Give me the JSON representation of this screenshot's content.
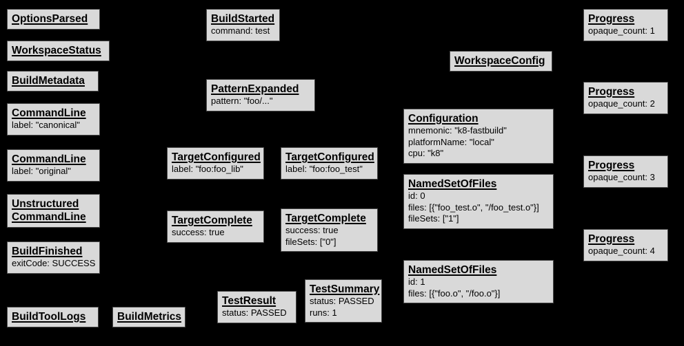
{
  "colors": {
    "background": "#000000",
    "box_fill": "#d9d9d9",
    "box_border": "#4a4a4a",
    "text": "#000000"
  },
  "boxes": {
    "options_parsed": {
      "title": "OptionsParsed"
    },
    "workspace_status": {
      "title": "WorkspaceStatus"
    },
    "build_metadata": {
      "title": "BuildMetadata"
    },
    "command_line_canonical": {
      "title": "CommandLine",
      "attrs": [
        "label: \"canonical\""
      ]
    },
    "command_line_original": {
      "title": "CommandLine",
      "attrs": [
        "label: \"original\""
      ]
    },
    "unstructured_command_line": {
      "title_line1": "Unstructured",
      "title_line2": "CommandLine"
    },
    "build_finished": {
      "title": "BuildFinished",
      "attrs": [
        "exitCode: SUCCESS"
      ]
    },
    "build_tool_logs": {
      "title": "BuildToolLogs"
    },
    "build_metrics": {
      "title": "BuildMetrics"
    },
    "build_started": {
      "title": "BuildStarted",
      "attrs": [
        "command: test"
      ]
    },
    "pattern_expanded": {
      "title": "PatternExpanded",
      "attrs": [
        "pattern: \"foo/...\""
      ]
    },
    "target_configured_lib": {
      "title": "TargetConfigured",
      "attrs": [
        "label: \"foo:foo_lib\""
      ]
    },
    "target_configured_test": {
      "title": "TargetConfigured",
      "attrs": [
        "label: \"foo:foo_test\""
      ]
    },
    "target_complete_lib": {
      "title": "TargetComplete",
      "attrs": [
        "success: true"
      ]
    },
    "target_complete_test": {
      "title": "TargetComplete",
      "attrs": [
        "success: true",
        "fileSets: [\"0\"]"
      ]
    },
    "test_result": {
      "title": "TestResult",
      "attrs": [
        "status: PASSED"
      ]
    },
    "test_summary": {
      "title": "TestSummary",
      "attrs": [
        "status: PASSED",
        "runs: 1"
      ]
    },
    "workspace_config": {
      "title": "WorkspaceConfig"
    },
    "configuration": {
      "title": "Configuration",
      "attrs": [
        "mnemonic: \"k8-fastbuild\"",
        "platformName: \"local\"",
        "cpu: \"k8\""
      ]
    },
    "named_set_of_files_0": {
      "title": "NamedSetOfFiles",
      "attrs": [
        "id: 0",
        "files: [{\"foo_test.o\", \"/foo_test.o\"}]",
        "fileSets: [\"1\"]"
      ]
    },
    "named_set_of_files_1": {
      "title": "NamedSetOfFiles",
      "attrs": [
        "id: 1",
        "files: [{\"foo.o\", \"/foo.o\"}]"
      ]
    },
    "progress_1": {
      "title": "Progress",
      "attrs": [
        "opaque_count: 1"
      ]
    },
    "progress_2": {
      "title": "Progress",
      "attrs": [
        "opaque_count: 2"
      ]
    },
    "progress_3": {
      "title": "Progress",
      "attrs": [
        "opaque_count: 3"
      ]
    },
    "progress_4": {
      "title": "Progress",
      "attrs": [
        "opaque_count: 4"
      ]
    }
  }
}
